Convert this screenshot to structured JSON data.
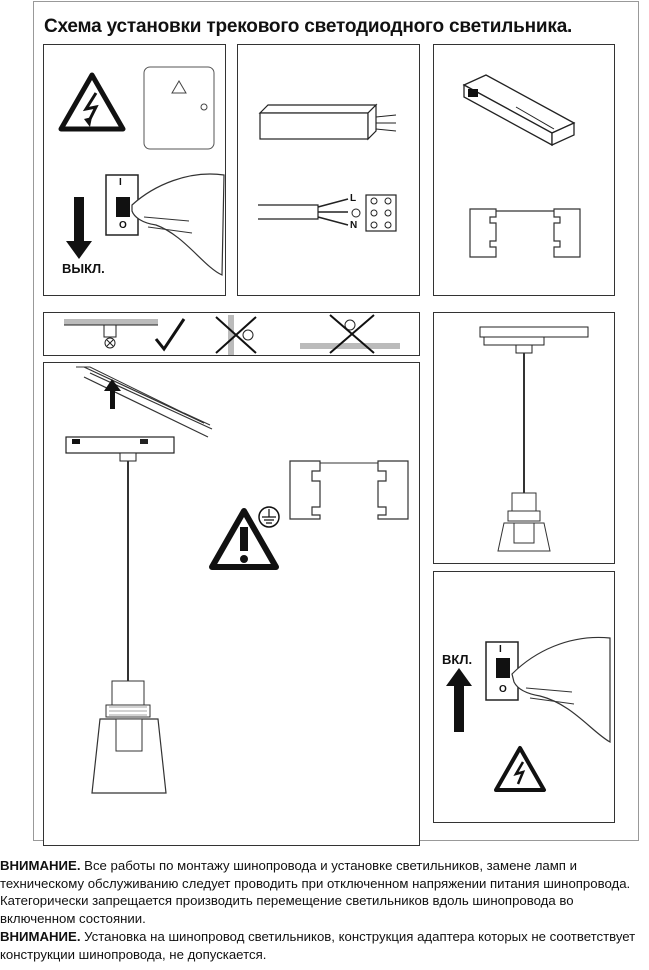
{
  "title": "Схема установки трекового светодиодного светильника.",
  "labels": {
    "off": "выкл.",
    "on": "вкл.",
    "switch_on_mark": "I",
    "switch_off_mark": "O",
    "terminal_l": "L",
    "terminal_n": "N"
  },
  "notes": [
    {
      "heading": "ВНИМАНИЕ.",
      "text": "Все работы по монтажу шинопровода и установке светильников, замене ламп и техническому обслуживанию следует проводить при отключенном напряжении питания шинопровода. Категорически запрещается производить перемещение светильников вдоль шинопровода во включенном состоянии."
    },
    {
      "heading": "ВНИМАНИЕ.",
      "text": "Установка на шинопровод светильников, конструкция адаптера которых не соответствует конструкции шинопровода, не допускается."
    }
  ]
}
